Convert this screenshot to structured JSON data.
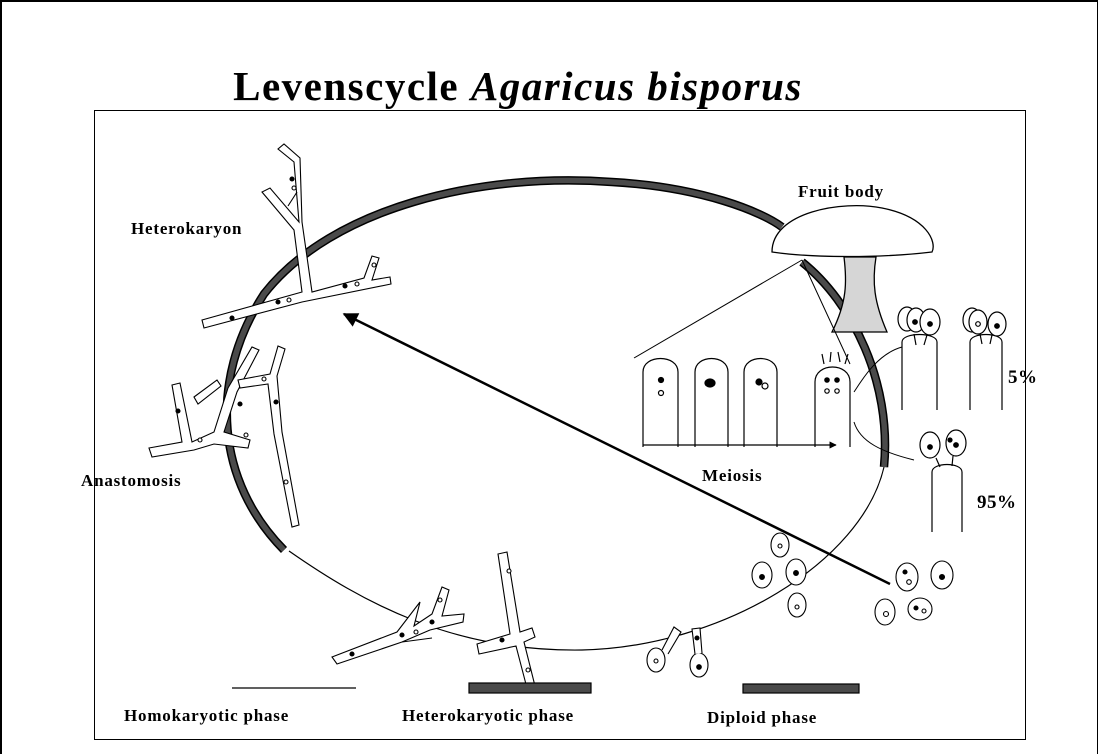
{
  "title": {
    "prefix": "Levenscycle ",
    "species": "Agaricus bisporus"
  },
  "labels": {
    "heterokaryon": "Heterokaryon",
    "fruit_body": "Fruit body",
    "anastomosis": "Anastomosis",
    "meiosis": "Meiosis",
    "pct_5": "5%",
    "pct_95": "95%"
  },
  "legend": [
    {
      "label": "Homokaryotic phase",
      "style": "thin-line"
    },
    {
      "label": "Heterokaryotic phase",
      "style": "thick-bar"
    },
    {
      "label": "Diploid phase",
      "style": "thick-bar"
    }
  ],
  "colors": {
    "ink": "#000000",
    "thick_phase": "#4a4a4a",
    "stipe": "#d6d6d6",
    "background": "#ffffff"
  }
}
